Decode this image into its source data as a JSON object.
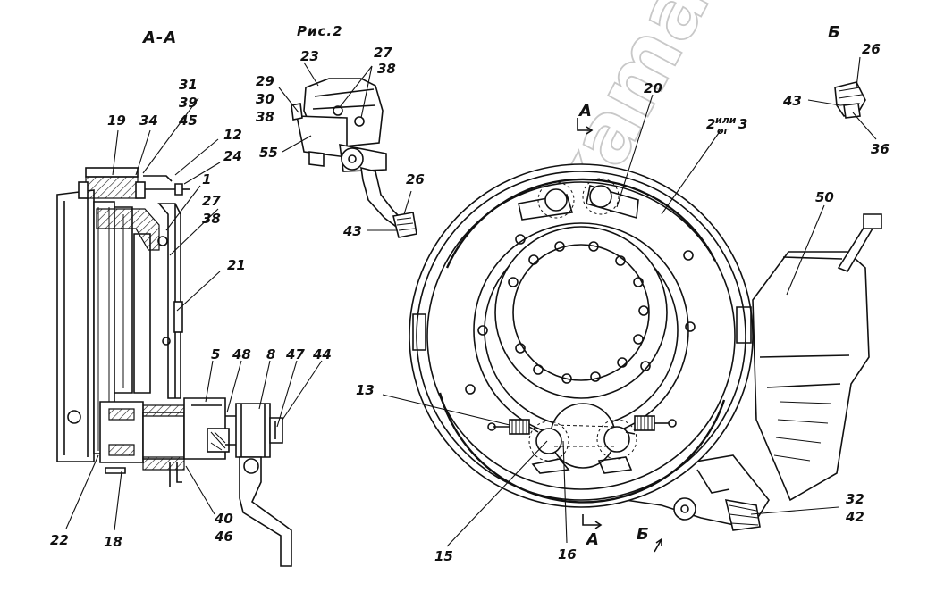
{
  "figure": {
    "caption": "Рис.2",
    "section_label": "А-А",
    "view_label": "Б",
    "watermark": "zap-kamaz.ru",
    "alt_note": "2или 3",
    "alt_note_main": "2",
    "alt_note_small": "или",
    "alt_note_small_2": "ог",
    "alt_note_end": "3",
    "cut_mark_top": "А",
    "cut_mark_bottom": "А",
    "view_arrow": "Б"
  },
  "callouts": [
    {
      "id": "c23",
      "text": "23"
    },
    {
      "id": "c27a",
      "text": "27"
    },
    {
      "id": "c38a",
      "text": "38"
    },
    {
      "id": "c29",
      "text": "29"
    },
    {
      "id": "c30",
      "text": "30"
    },
    {
      "id": "c38b",
      "text": "38"
    },
    {
      "id": "c55",
      "text": "55"
    },
    {
      "id": "c26a",
      "text": "26"
    },
    {
      "id": "c43a",
      "text": "43"
    },
    {
      "id": "c31",
      "text": "31"
    },
    {
      "id": "c39",
      "text": "39"
    },
    {
      "id": "c45",
      "text": "45"
    },
    {
      "id": "c19",
      "text": "19"
    },
    {
      "id": "c34",
      "text": "34"
    },
    {
      "id": "c12",
      "text": "12"
    },
    {
      "id": "c24",
      "text": "24"
    },
    {
      "id": "c1",
      "text": "1"
    },
    {
      "id": "c27b",
      "text": "27"
    },
    {
      "id": "c38c",
      "text": "38"
    },
    {
      "id": "c21",
      "text": "21"
    },
    {
      "id": "c5",
      "text": "5"
    },
    {
      "id": "c48",
      "text": "48"
    },
    {
      "id": "c8",
      "text": "8"
    },
    {
      "id": "c47",
      "text": "47"
    },
    {
      "id": "c44",
      "text": "44"
    },
    {
      "id": "c22",
      "text": "22"
    },
    {
      "id": "c18",
      "text": "18"
    },
    {
      "id": "c40",
      "text": "40"
    },
    {
      "id": "c46",
      "text": "46"
    },
    {
      "id": "c20",
      "text": "20"
    },
    {
      "id": "c26b",
      "text": "26"
    },
    {
      "id": "c43b",
      "text": "43"
    },
    {
      "id": "c36",
      "text": "36"
    },
    {
      "id": "c50",
      "text": "50"
    },
    {
      "id": "c13",
      "text": "13"
    },
    {
      "id": "c15",
      "text": "15"
    },
    {
      "id": "c16",
      "text": "16"
    },
    {
      "id": "c32",
      "text": "32"
    },
    {
      "id": "c42",
      "text": "42"
    }
  ]
}
